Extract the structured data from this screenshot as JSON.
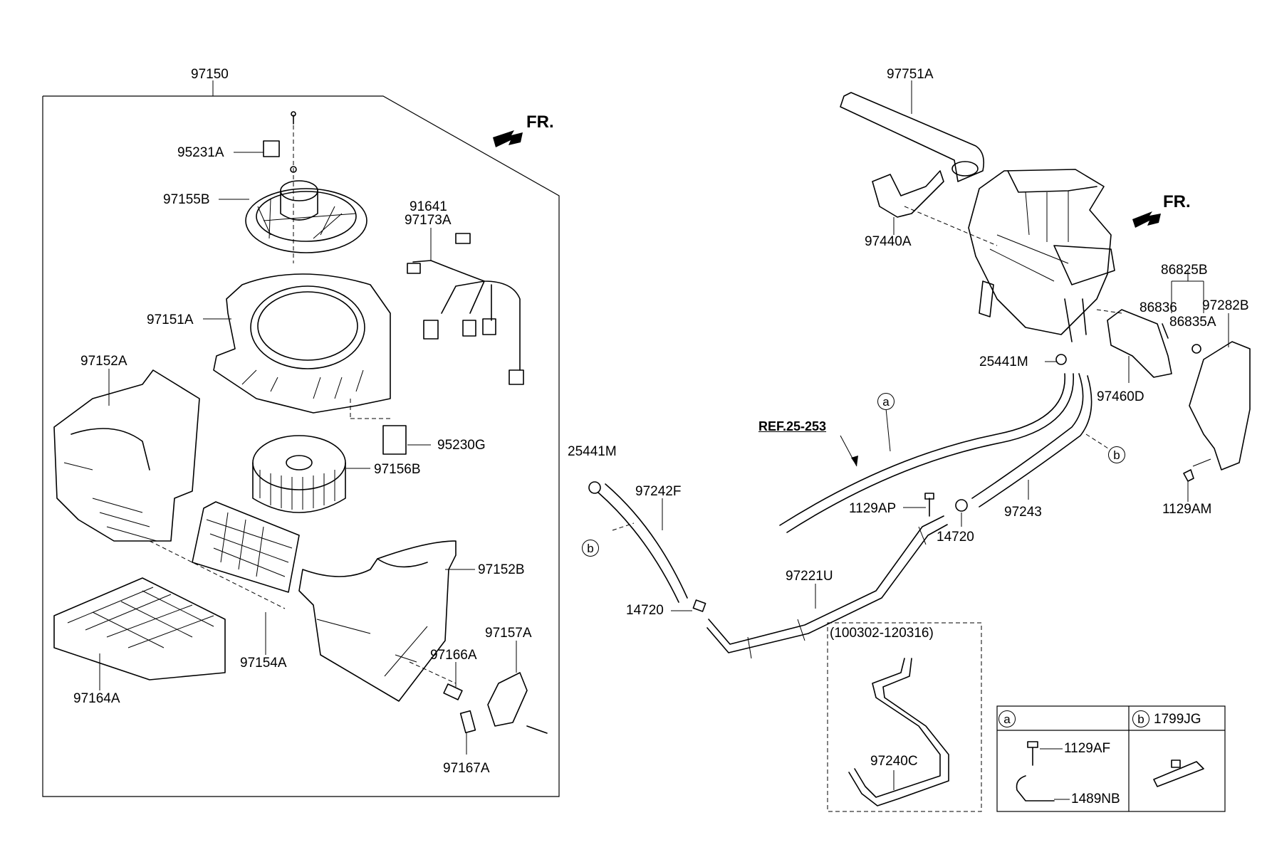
{
  "front_marker": "FR.",
  "reference": "REF.25-253",
  "labels": {
    "l97150": "97150",
    "l95231A": "95231A",
    "l97155B": "97155B",
    "l91641": "91641",
    "l97173A": "97173A",
    "l97151A": "97151A",
    "l97152A": "97152A",
    "l95230G": "95230G",
    "l97156B": "97156B",
    "l97152B": "97152B",
    "l97154A": "97154A",
    "l97157A": "97157A",
    "l97166A": "97166A",
    "l97164A": "97164A",
    "l97167A": "97167A",
    "l97751A": "97751A",
    "l97440A": "97440A",
    "l86825B": "86825B",
    "l86836": "86836",
    "l97282B": "97282B",
    "l86835A": "86835A",
    "l25441M_right": "25441M",
    "l97460D": "97460D",
    "l25441M_left": "25441M",
    "l97242F": "97242F",
    "l1129AP": "1129AP",
    "l14720_right": "14720",
    "l97243": "97243",
    "l1129AM": "1129AM",
    "l97221U": "97221U",
    "l14720_left": "14720",
    "l97240C": "97240C",
    "l1129AF": "1129AF",
    "l1489NB": "1489NB",
    "l1799JG": "1799JG",
    "date_range": "(100302-120316)"
  },
  "callouts": {
    "a": "a",
    "b": "b"
  },
  "icons": [
    "front-arrow-icon"
  ]
}
